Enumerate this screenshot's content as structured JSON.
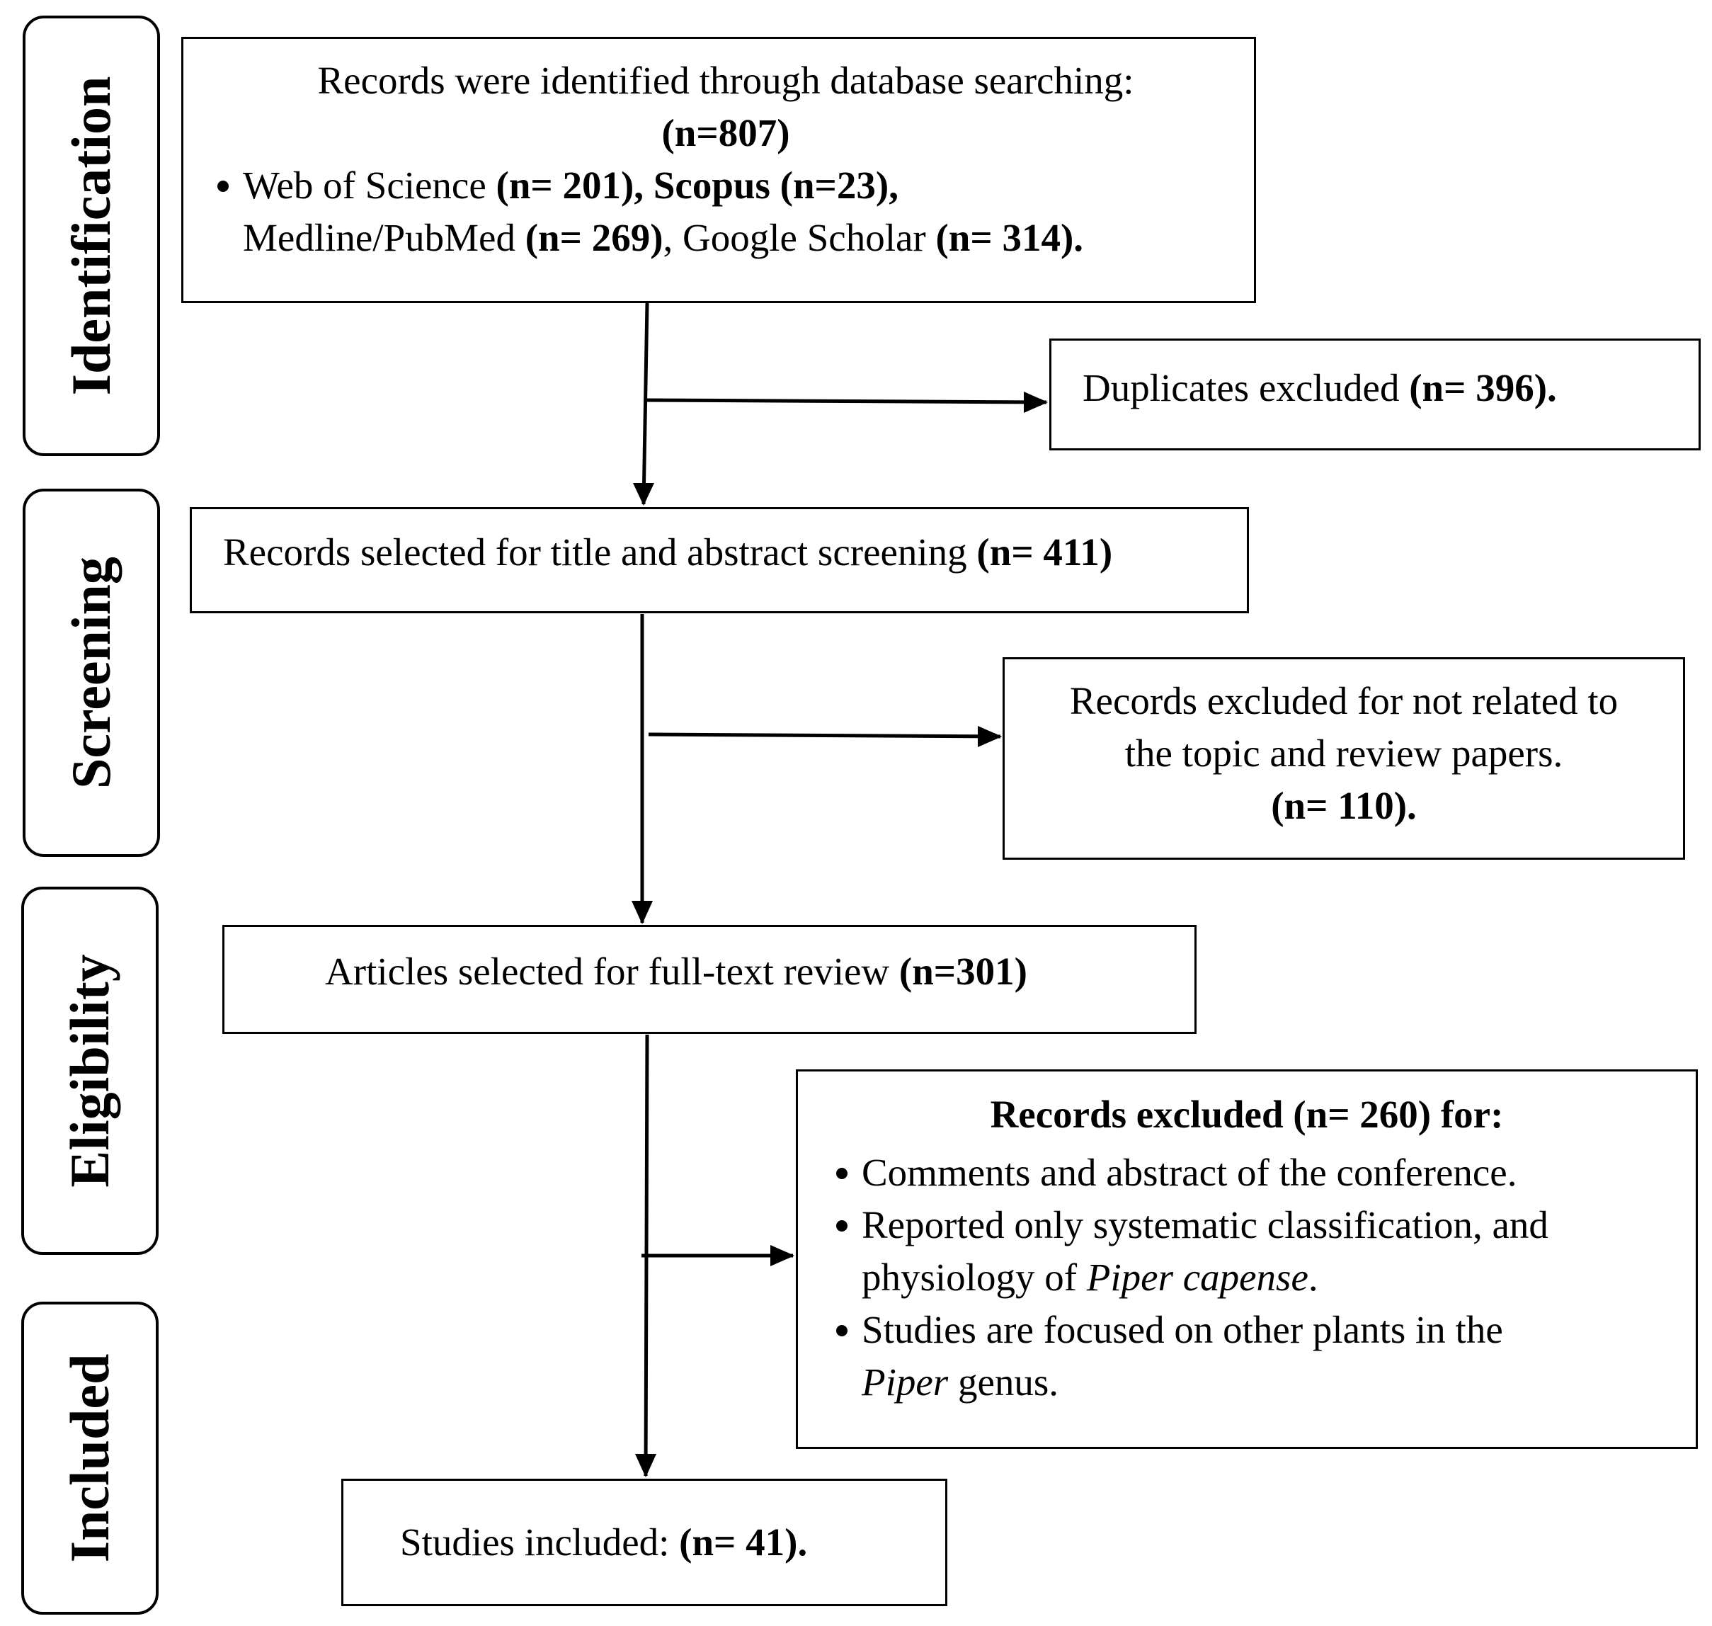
{
  "stages": {
    "identification": "Identification",
    "screening": "Screening",
    "eligibility": "Eligibility",
    "included": "Included"
  },
  "identified": {
    "line1": "Records were identified through database searching:",
    "total": "(n=807)",
    "wos_label": "Web of Science",
    "wos_count": "(n= 201),",
    "scopus_label": "Scopus",
    "scopus_count": "(n=23),",
    "medline_label": "Medline/PubMed",
    "medline_count": "(n= 269)",
    "gs_label": ", Google Scholar",
    "gs_count": "(n= 314)."
  },
  "duplicates": {
    "label": "Duplicates excluded",
    "count": "(n= 396)."
  },
  "screened": {
    "label": "Records selected for title and abstract screening",
    "count": "(n= 411)"
  },
  "excluded_topic": {
    "line1": "Records excluded for not related to",
    "line2": "the topic and review papers.",
    "count": "(n= 110)."
  },
  "fulltext": {
    "label": "Articles selected for full-text review",
    "count": "(n=301)"
  },
  "excluded_full": {
    "heading": "Records excluded (n= 260) for:",
    "b1": "Comments and abstract of the conference.",
    "b2_line1": "Reported only systematic classification, and",
    "b2_line2_pre": "physiology of",
    "b2_line2_italic": "Piper capense",
    "b2_line2_post": ".",
    "b3_line1": "Studies are focused on other plants in the",
    "b3_line2_italic": "Piper",
    "b3_line2_post": "genus."
  },
  "included": {
    "label": "Studies included:",
    "count": "(n= 41)."
  }
}
